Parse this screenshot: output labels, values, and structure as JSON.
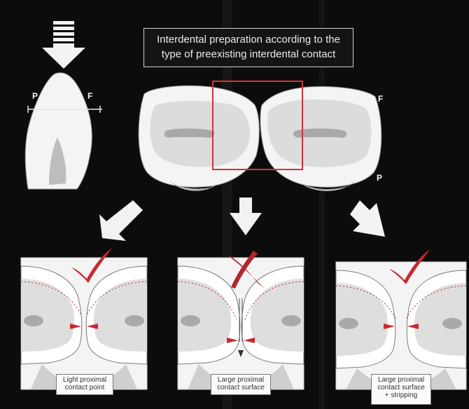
{
  "title": {
    "line1": "Interdental preparation according to the",
    "line2": "type of preexisting interdental contact"
  },
  "side_labels": {
    "palatal": "P",
    "facial": "F"
  },
  "colors": {
    "background": "#0c0c0c",
    "tooth": "#f4f4f4",
    "tooth_inner": "#dcdcdc",
    "pulp": "#a9a9a9",
    "highlight_box": "#d0343a",
    "check": "#c9282f",
    "cross": "#b3262c",
    "arrow": "#f2f2f2"
  },
  "panels": [
    {
      "caption_line1": "Light proximal",
      "caption_line2": "contact point",
      "caption_line3": "",
      "mark": "check"
    },
    {
      "caption_line1": "Large proximal",
      "caption_line2": "contact surface",
      "caption_line3": "",
      "mark": "cross"
    },
    {
      "caption_line1": "Large proximal",
      "caption_line2": "contact surface",
      "caption_line3": "+ stripping",
      "mark": "check"
    }
  ]
}
